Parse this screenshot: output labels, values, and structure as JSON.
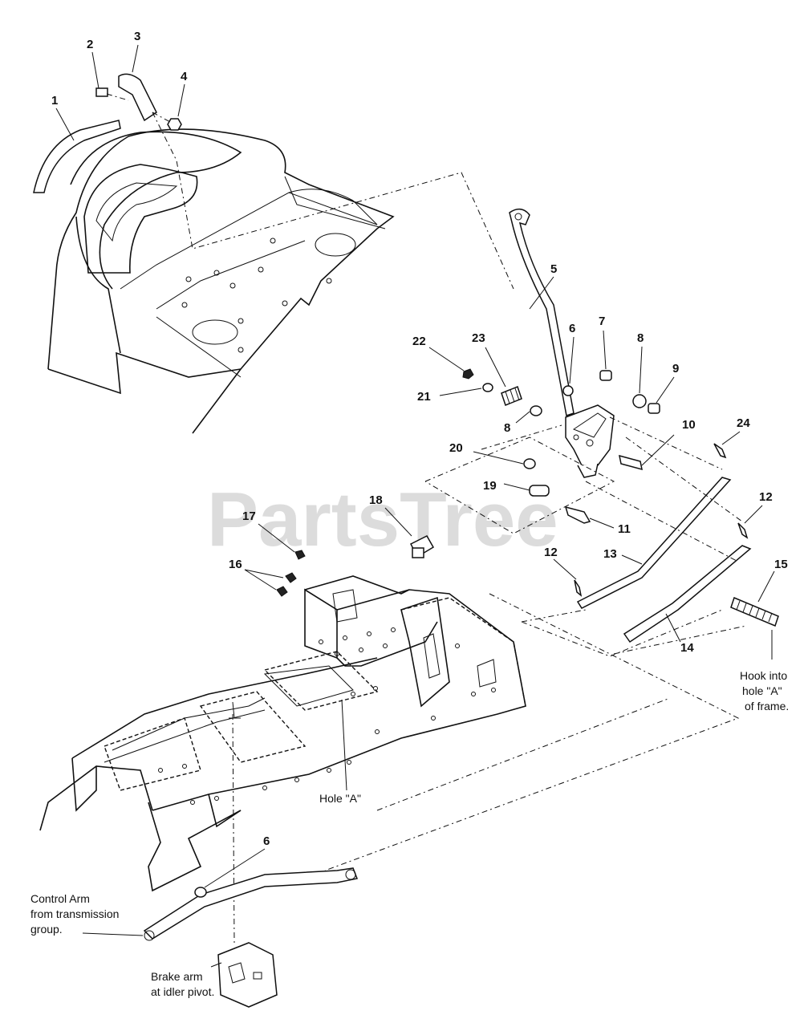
{
  "watermark": "PartsTree",
  "callouts": [
    {
      "id": "c1",
      "text": "1"
    },
    {
      "id": "c2",
      "text": "2"
    },
    {
      "id": "c3",
      "text": "3"
    },
    {
      "id": "c4",
      "text": "4"
    },
    {
      "id": "c5",
      "text": "5"
    },
    {
      "id": "c6a",
      "text": "6"
    },
    {
      "id": "c7",
      "text": "7"
    },
    {
      "id": "c8a",
      "text": "8"
    },
    {
      "id": "c9",
      "text": "9"
    },
    {
      "id": "c23",
      "text": "23"
    },
    {
      "id": "c22",
      "text": "22"
    },
    {
      "id": "c21",
      "text": "21"
    },
    {
      "id": "c8b",
      "text": "8"
    },
    {
      "id": "c10",
      "text": "10"
    },
    {
      "id": "c24",
      "text": "24"
    },
    {
      "id": "c20",
      "text": "20"
    },
    {
      "id": "c19",
      "text": "19"
    },
    {
      "id": "c18",
      "text": "18"
    },
    {
      "id": "c17",
      "text": "17"
    },
    {
      "id": "c11",
      "text": "11"
    },
    {
      "id": "c12a",
      "text": "12"
    },
    {
      "id": "c12b",
      "text": "12"
    },
    {
      "id": "c13",
      "text": "13"
    },
    {
      "id": "c15",
      "text": "15"
    },
    {
      "id": "c16",
      "text": "16"
    },
    {
      "id": "c14",
      "text": "14"
    },
    {
      "id": "c6b",
      "text": "6"
    }
  ],
  "notes": {
    "hook": [
      "Hook into",
      "hole \"A\"",
      "of frame."
    ],
    "hole_a": "Hole \"A\"",
    "control_arm": [
      "Control Arm",
      "from transmission",
      "group."
    ],
    "brake_arm": [
      "Brake arm",
      "at idler pivot."
    ]
  }
}
